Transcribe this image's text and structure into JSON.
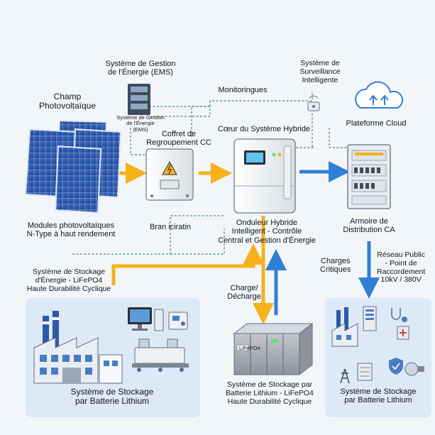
{
  "solar": {
    "title": "Champ\nPhotovoltaïque",
    "caption": "Modules photovoltaïques\nN-Type à haut rendement"
  },
  "ems": {
    "title": "Système de Gestion\nde l'Énergie (EMS)",
    "device_label": "Système de Gestion\nde l'Énergie\n(EMS)"
  },
  "combiner": {
    "title": "Coffret de\nRegroupement CC",
    "caption": "Bran iciratin"
  },
  "inverter": {
    "title": "Cœur du Système Hybride",
    "caption": "Onduleur Hybride\nIntelligent - Contrôle\nCentral et Gestion d'Énergie"
  },
  "monitoring": {
    "link_label": "Monitoringues",
    "device_title": "Système de\nSurveillance\nIntelligente"
  },
  "cloud": {
    "caption": "Plateforme Cloud"
  },
  "ac_cabinet": {
    "caption": "Armoire de\nDistribution CA"
  },
  "flows": {
    "critical_loads": "Charges\nCritiques",
    "grid": "Réseau Public\n- Point de\nRaccordement\n10kV / 380V",
    "charge": "Charge/\nDécharge",
    "storage_left_feed": "Système de Stockage\nd'Énergie - LiFePO4\nHaute Durabilité Cyclique"
  },
  "battery": {
    "badge": "LiFePO4",
    "caption": "Système de Stockage par\nBatterie Lithium - LiFePO4\nHaute Durabilité Cyclique"
  },
  "panel_left": {
    "caption": "Système de Stockage\npar Batterie Lithium"
  },
  "panel_right": {
    "caption": "Système de Stockage\npar Batterie Lithium"
  },
  "colors": {
    "solar_flow": "#f5b21b",
    "ac_flow": "#2f7fd6",
    "dashed": "#3f8a6a",
    "panel_bg": "#dde9f6"
  }
}
